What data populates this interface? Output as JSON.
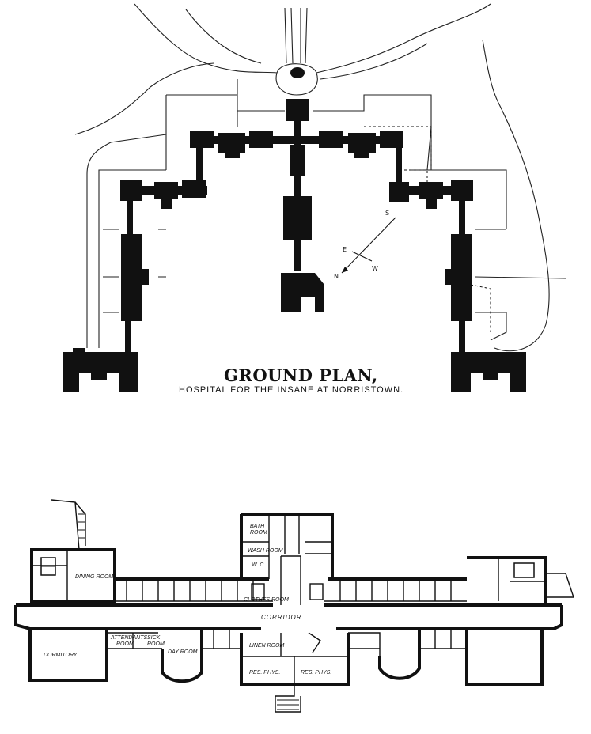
{
  "ground_plan": {
    "title": "GROUND PLAN,",
    "subtitle": "HOSPITAL FOR THE INSANE AT NORRISTOWN.",
    "compass": [
      "S",
      "E",
      "W",
      "N"
    ]
  },
  "floor_plan": {
    "rooms": {
      "dining_room": "DINING ROOM.",
      "corridor": "CORRIDOR",
      "dormitory": "DORMITORY.",
      "attendants_room_1": "ATTENDANTS",
      "attendants_room_2": "ROOM",
      "sick_room_1": "SICK",
      "sick_room_2": "ROOM",
      "day_room": "DAY ROOM",
      "linen_room": "LINEN ROOM",
      "res_phys_left": "RES. PHYS.",
      "res_phys_right": "RES. PHYS.",
      "bath_room_1": "BATH",
      "bath_room_2": "ROOM",
      "wash_room": "WASH ROOM",
      "wc": "W. C.",
      "clothes_room": "CLOTHES ROOM"
    }
  }
}
